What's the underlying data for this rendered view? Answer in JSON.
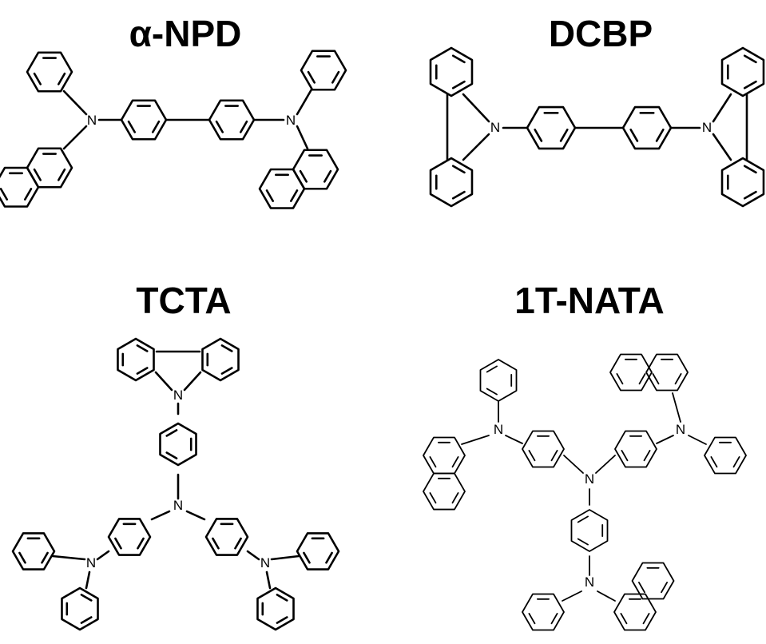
{
  "molecules": [
    {
      "id": "npd",
      "name": "α-NPD",
      "atoms": [
        "N",
        "N"
      ]
    },
    {
      "id": "dcbp",
      "name": "DCBP",
      "atoms": [
        "N",
        "N"
      ]
    },
    {
      "id": "tcta",
      "name": "TCTA",
      "atoms": [
        "N",
        "N",
        "N",
        "N"
      ]
    },
    {
      "id": "natata",
      "name": "1T-NATA",
      "atoms": [
        "N",
        "N",
        "N",
        "N"
      ]
    }
  ]
}
